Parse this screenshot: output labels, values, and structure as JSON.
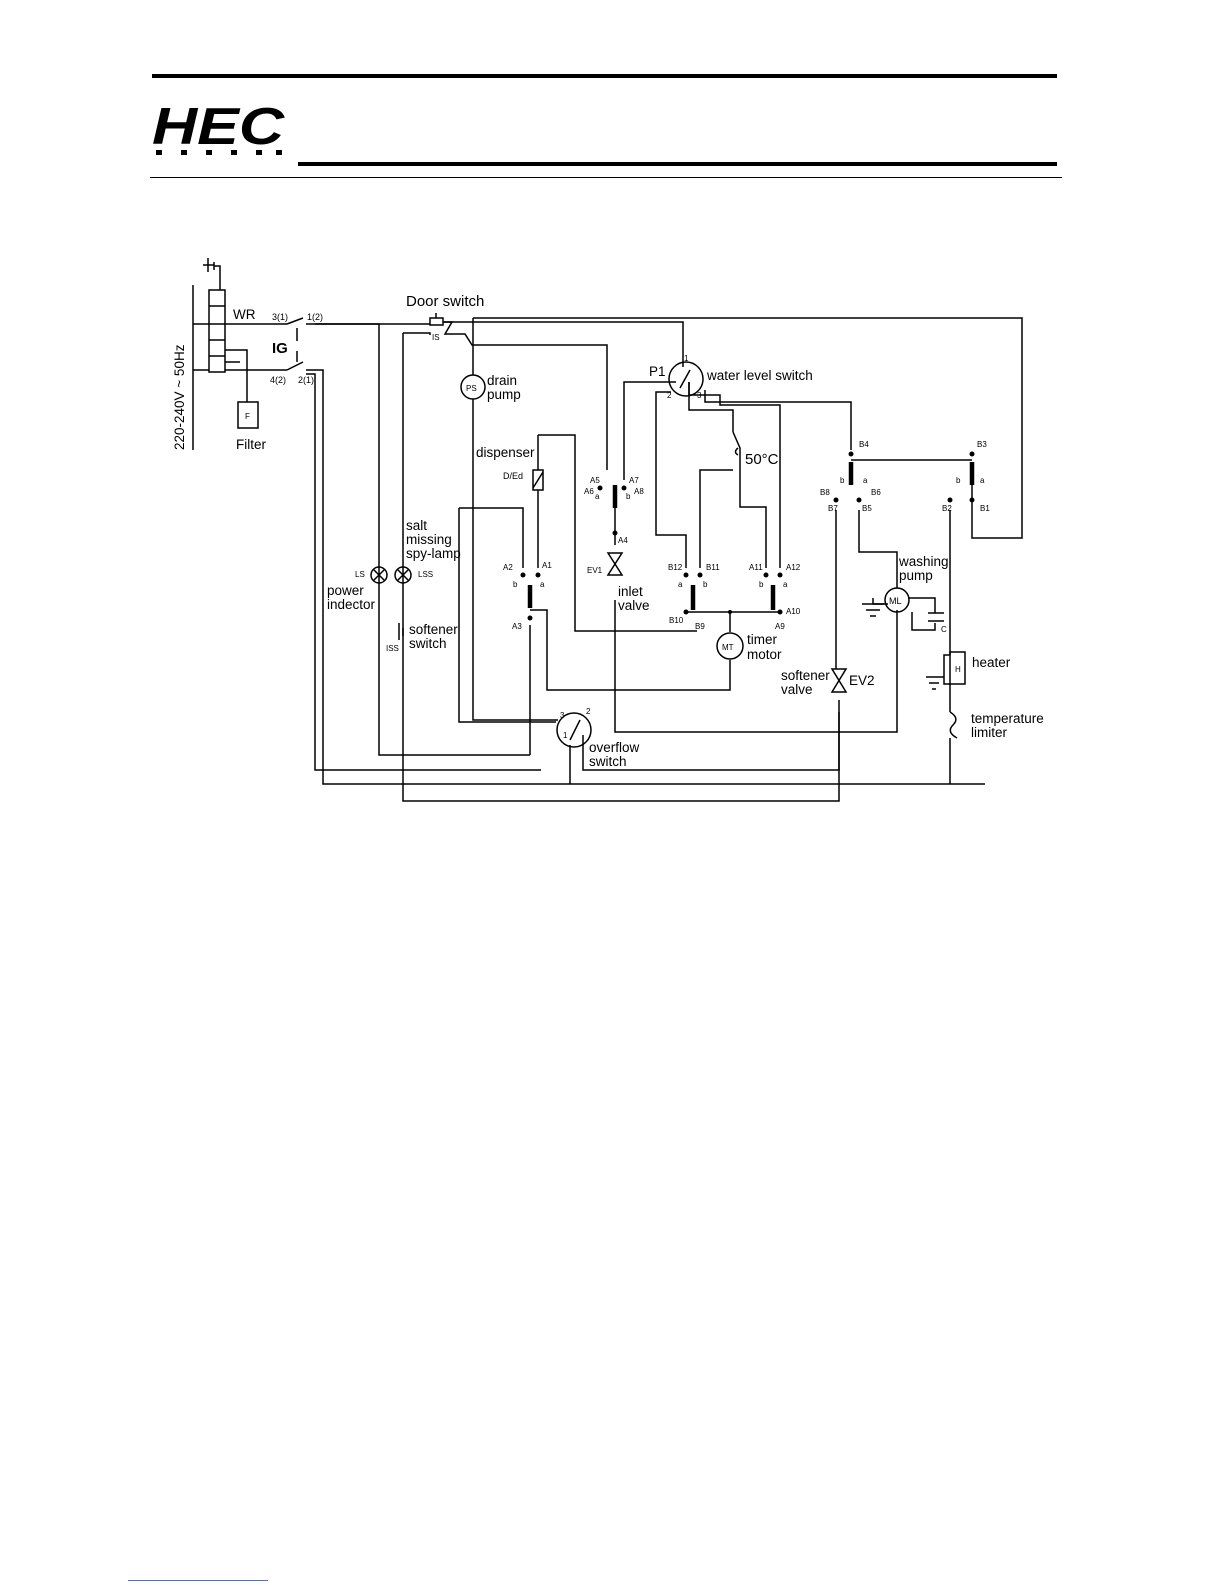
{
  "header": {
    "logo_text": "HEC"
  },
  "labels": {
    "door_switch": "Door switch",
    "wr": "WR",
    "ig": "IG",
    "t31": "3(1)",
    "t12": "1(2)",
    "t42": "4(2)",
    "t21": "2(1)",
    "is_label": "IS",
    "voltage": "220-240V ~ 50Hz",
    "filter_symbol": "F",
    "filter": "Filter",
    "ps": "PS",
    "drain_1": "drain",
    "drain_2": "pump",
    "p1": "P1",
    "water_level": "water level switch",
    "dispenser": "dispenser",
    "died": "D/Ed",
    "a5": "A5",
    "a6": "A6",
    "a7": "A7",
    "a8": "A8",
    "a4": "A4",
    "ev1": "EV1",
    "inlet_1": "inlet",
    "inlet_2": "valve",
    "thermo": "50°C",
    "b4": "B4",
    "b3": "B3",
    "b8": "B8",
    "b6": "B6",
    "b7": "B7",
    "b5": "B5",
    "b2": "B2",
    "b1": "B1",
    "a2": "A2",
    "a1": "A1",
    "a3": "A3",
    "b12": "B12",
    "b11": "B11",
    "a11": "A11",
    "a12": "A12",
    "b10": "B10",
    "b9": "B9",
    "a10": "A10",
    "a9": "A9",
    "mt": "MT",
    "timer_1": "timer",
    "timer_2": "motor",
    "salt_1": "salt",
    "salt_2": "missing",
    "salt_3": "spy-lamp",
    "ls": "LS",
    "lss": "LSS",
    "power_1": "power",
    "power_2": "indector",
    "softener_sw_1": "softener",
    "softener_sw_2": "switch",
    "iss": "ISS",
    "washing_1": "washing",
    "washing_2": "pump",
    "ml": "ML",
    "c": "C",
    "softener_v_1": "softener",
    "softener_v_2": "valve",
    "ev2": "EV2",
    "h": "H",
    "heater": "heater",
    "temp_1": "temperature",
    "temp_2": "limiter",
    "overflow_1": "overflow",
    "overflow_2": "switch",
    "ab_a": "a",
    "ab_b": "b",
    "sw_1": "1",
    "sw_2": "2",
    "sw_3": "3"
  }
}
